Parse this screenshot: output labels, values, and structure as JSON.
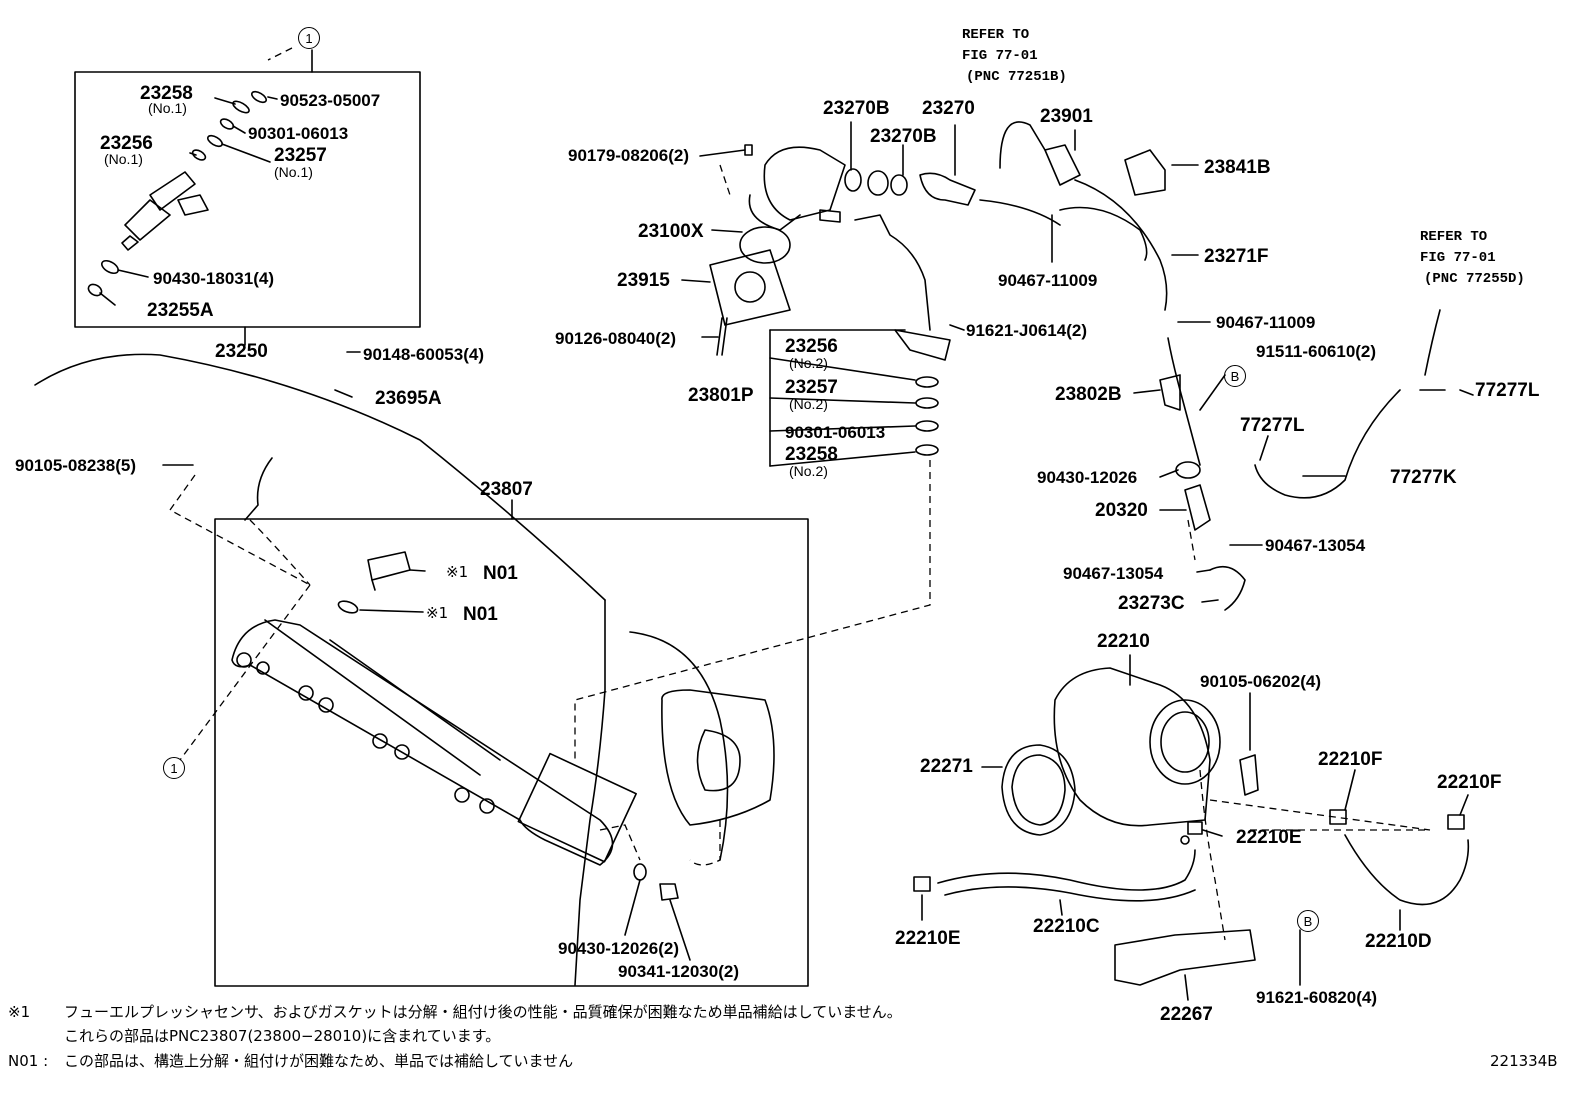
{
  "labels": {
    "p23258_no1": "23258",
    "p23258_no1_sub": "(No.1)",
    "p90523": "90523-05007",
    "p90301_a": "90301-06013",
    "p23256_no1": "23256",
    "p23256_no1_sub": "(No.1)",
    "p23257_no1": "23257",
    "p23257_no1_sub": "(No.1)",
    "p90430_18031": "90430-18031(4)",
    "p23255A": "23255A",
    "p23250": "23250",
    "p90148": "90148-60053(4)",
    "p23695A": "23695A",
    "p90105_08238": "90105-08238(5)",
    "p23807": "23807",
    "pN01_a": "N01",
    "pN01_b": "N01",
    "pKome_a": "※1",
    "pKome_b": "※1",
    "p90430_12026_b": "90430-12026(2)",
    "p90341": "90341-12030(2)",
    "p90179": "90179-08206(2)",
    "p23270B_a": "23270B",
    "p23270": "23270",
    "p23270B_b": "23270B",
    "p23100X": "23100X",
    "p23915": "23915",
    "p90126": "90126-08040(2)",
    "p23256_no2": "23256",
    "p23256_no2_sub": "(No.2)",
    "p23801P": "23801P",
    "p23257_no2": "23257",
    "p23257_no2_sub": "(No.2)",
    "p90301_b": "90301-06013",
    "p23258_no2": "23258",
    "p23258_no2_sub": "(No.2)",
    "p91621_J0614": "91621-J0614(2)",
    "p23901": "23901",
    "p23841B": "23841B",
    "p90467_11009_a": "90467-11009",
    "p23271F": "23271F",
    "p90467_11009_b": "90467-11009",
    "p91511": "91511-60610(2)",
    "p23802B": "23802B",
    "p77277L_a": "77277L",
    "p77277L_b": "77277L",
    "p90430_12026_a": "90430-12026",
    "p77277K": "77277K",
    "p20320": "20320",
    "p90467_13054_a": "90467-13054",
    "p90467_13054_b": "90467-13054",
    "p23273C": "23273C",
    "p22210": "22210",
    "p90105_06202": "90105-06202(4)",
    "p22271": "22271",
    "p22210F_a": "22210F",
    "p22210F_b": "22210F",
    "p22210E_a": "22210E",
    "p22210E_b": "22210E",
    "p22210C": "22210C",
    "p22210D": "22210D",
    "p91621_60820": "91621-60820(4)",
    "p22267": "22267",
    "circle1": "1",
    "circleB": "B"
  },
  "refer_a": {
    "line1": "REFER TO",
    "line2": "FIG 77-01",
    "line3": "(PNC 77251B)"
  },
  "refer_b": {
    "line1": "REFER TO",
    "line2": "FIG 77-01",
    "line3": "(PNC 77255D)"
  },
  "footnotes": {
    "note1_mark": "※1",
    "note1_line1": "フューエルプレッシャセンサ、およびガスケットは分解・組付け後の性能・品質確保が困難なため単品補給はしていません。",
    "note1_line2": "これらの部品はPNC23807(23800−28010)に含まれています。",
    "note2_mark": "N01 :",
    "note2_line1": "この部品は、構造上分解・組付けが困難なため、単品では補給していません"
  },
  "diagram_id": "221334B"
}
